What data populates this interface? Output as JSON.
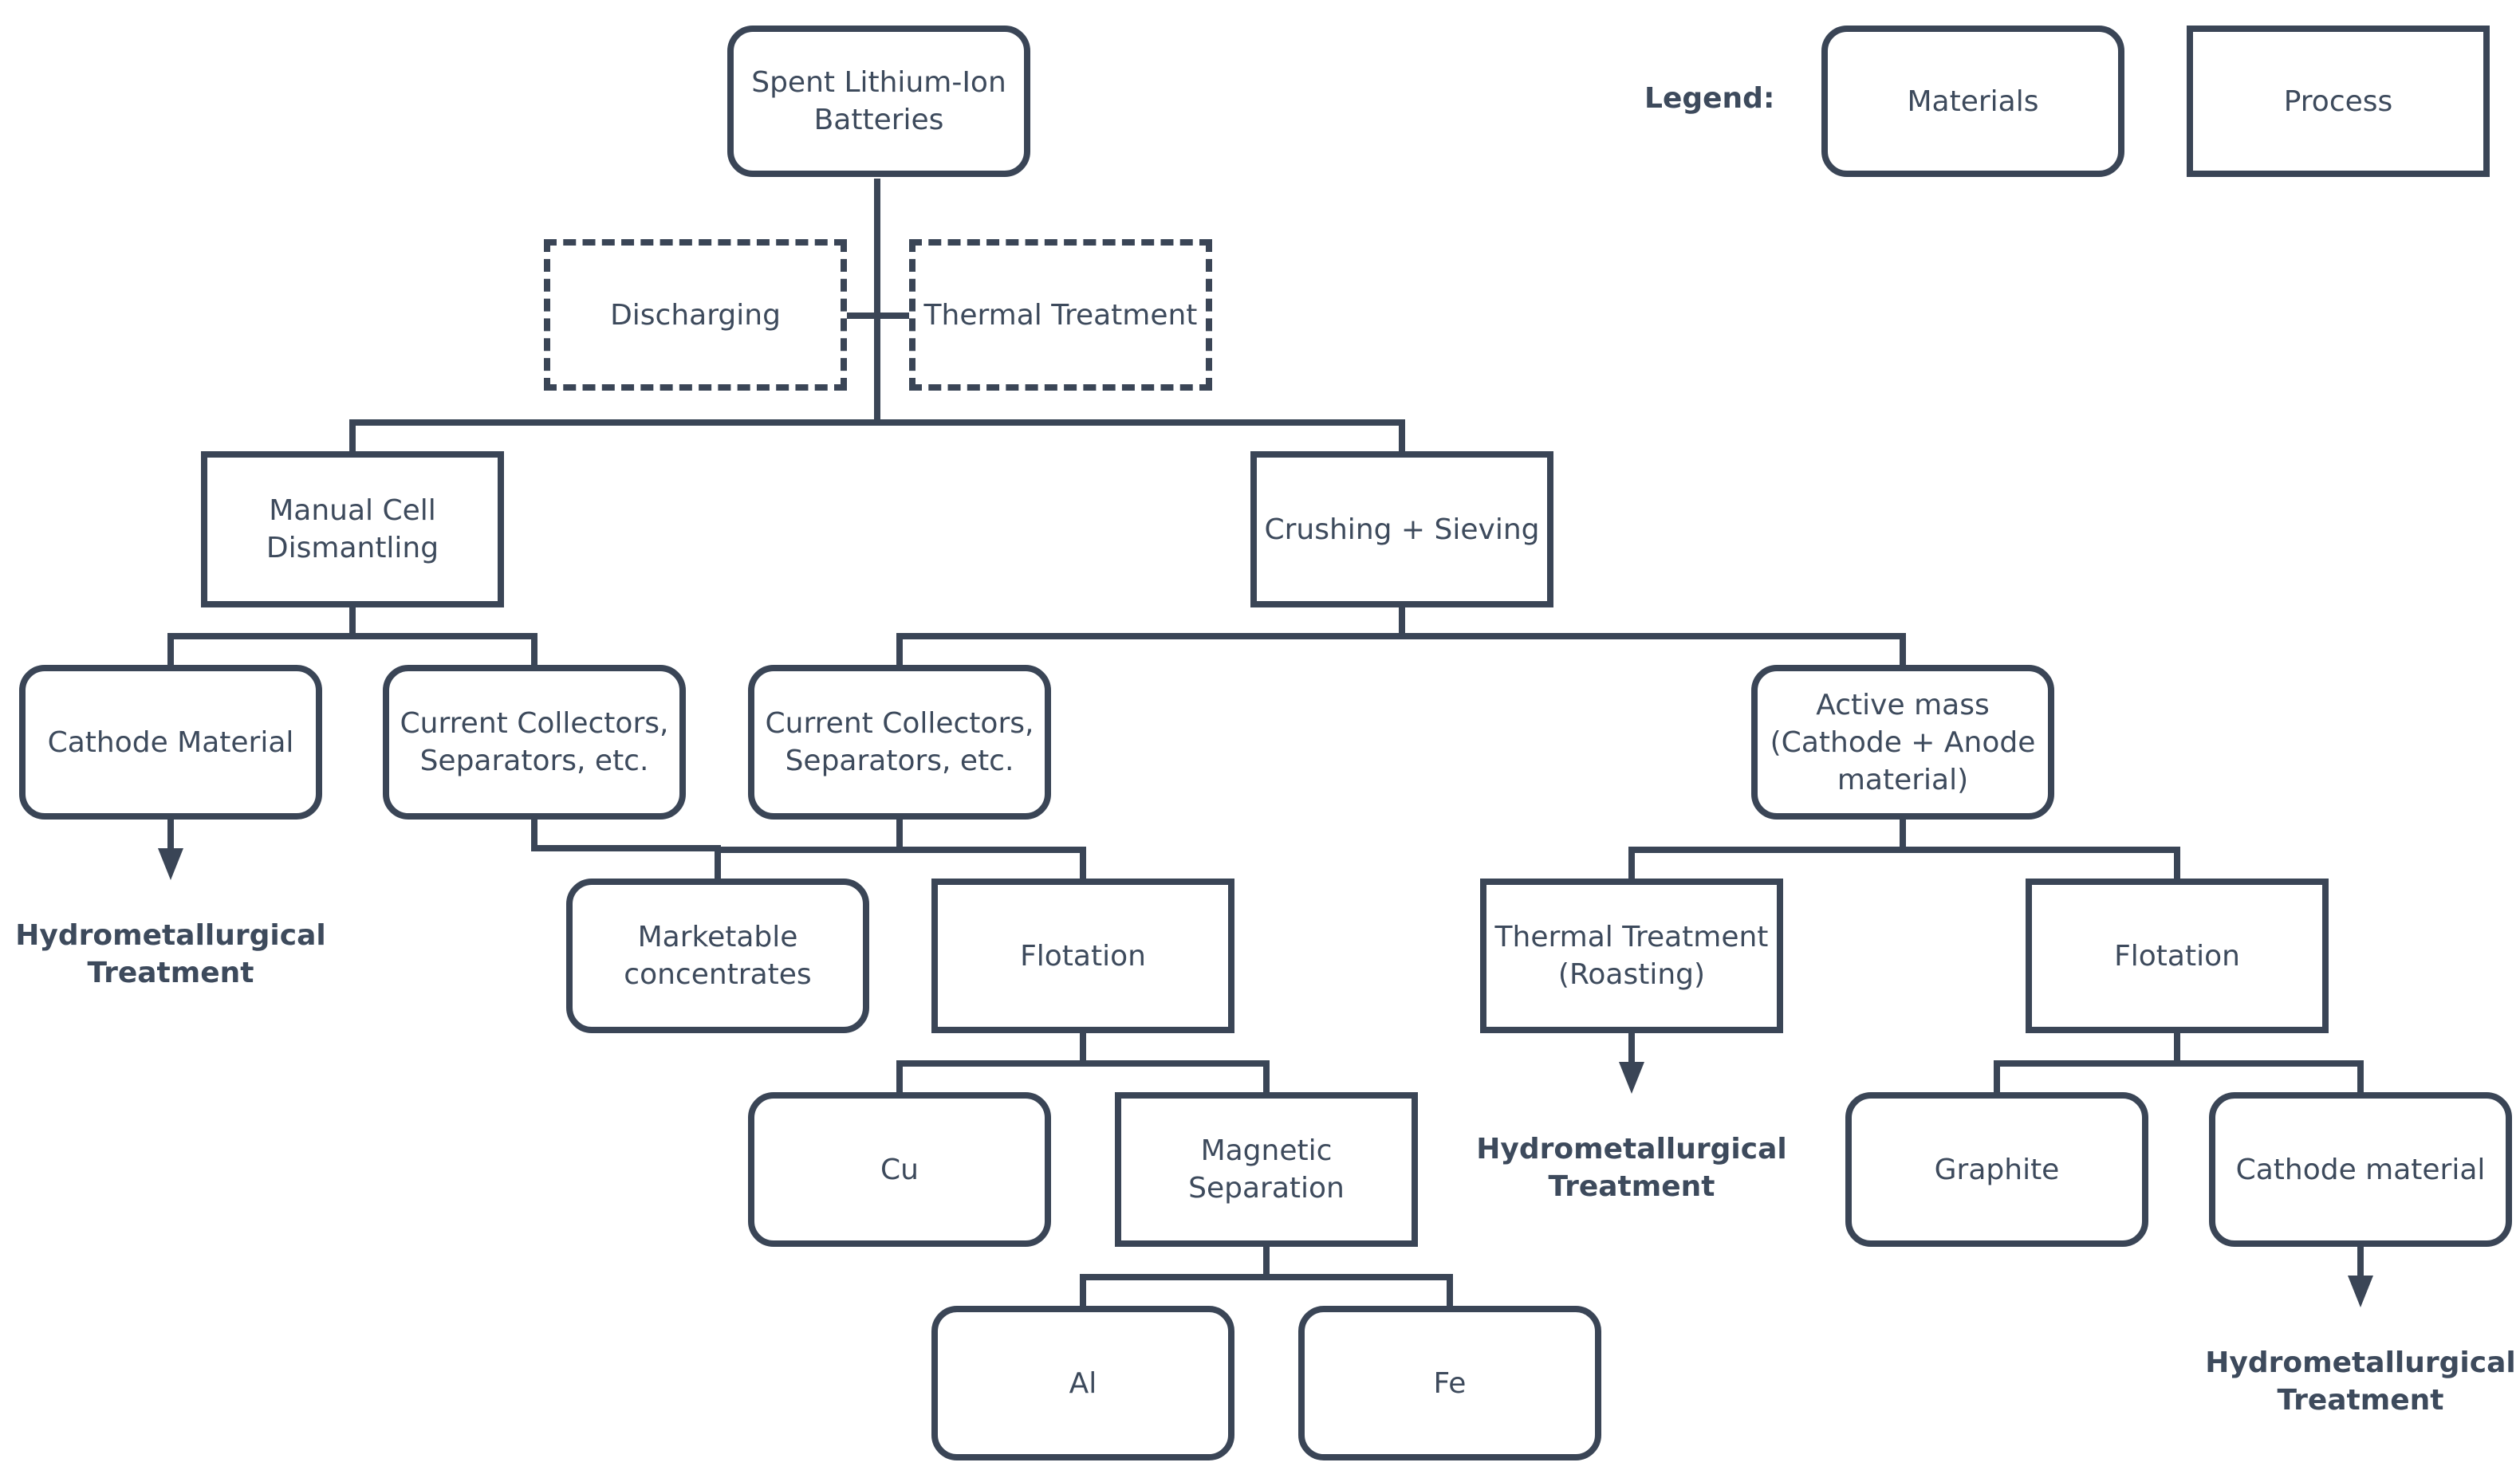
{
  "legend": {
    "label": "Legend:",
    "materials": "Materials",
    "process": "Process"
  },
  "nodes": {
    "spent_batteries": "Spent Lithium-Ion\nBatteries",
    "discharging": "Discharging",
    "thermal_treatment": "Thermal Treatment",
    "manual_dismantling": "Manual Cell\nDismantling",
    "crushing_sieving": "Crushing + Sieving",
    "cathode_material_left": "Cathode Material",
    "collectors_left": "Current Collectors,\nSeparators, etc.",
    "collectors_mid": "Current Collectors,\nSeparators, etc.",
    "active_mass": "Active mass\n(Cathode + Anode\nmaterial)",
    "marketable_concentrates": "Marketable\nconcentrates",
    "flotation_mid": "Flotation",
    "thermal_roasting": "Thermal Treatment\n(Roasting)",
    "flotation_right": "Flotation",
    "cu": "Cu",
    "magnetic_separation": "Magnetic Separation",
    "graphite": "Graphite",
    "cathode_material_right": "Cathode material",
    "al": "Al",
    "fe": "Fe"
  },
  "outcomes": {
    "hydro_left": "Hydrometallurgical\nTreatment",
    "hydro_mid": "Hydrometallurgical\nTreatment",
    "hydro_right": "Hydrometallurgical\nTreatment"
  },
  "colors": {
    "stroke": "#3a4556",
    "text": "#3d4a5c",
    "background": "#ffffff"
  }
}
